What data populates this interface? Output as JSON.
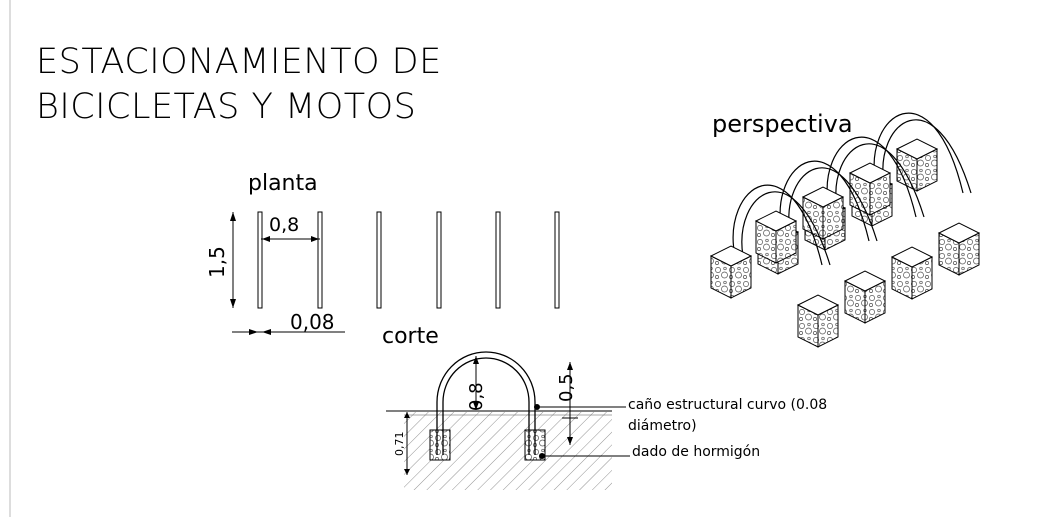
{
  "title": {
    "line1": "ESTACIONAMIENTO DE",
    "line2": "BICICLETAS Y MOTOS"
  },
  "views": {
    "planta": "planta",
    "perspectiva": "perspectiva",
    "corte": "corte"
  },
  "dimensions": {
    "spacing": "0,8",
    "length": "1,5",
    "width": "0,08",
    "arc_height": "0,8",
    "above_ground": "0,5",
    "depth": "0,71"
  },
  "annotations": {
    "pipe_line1": "caño estructural curvo (0.08",
    "pipe_line2": "diámetro)",
    "block": "dado de hormigón"
  }
}
